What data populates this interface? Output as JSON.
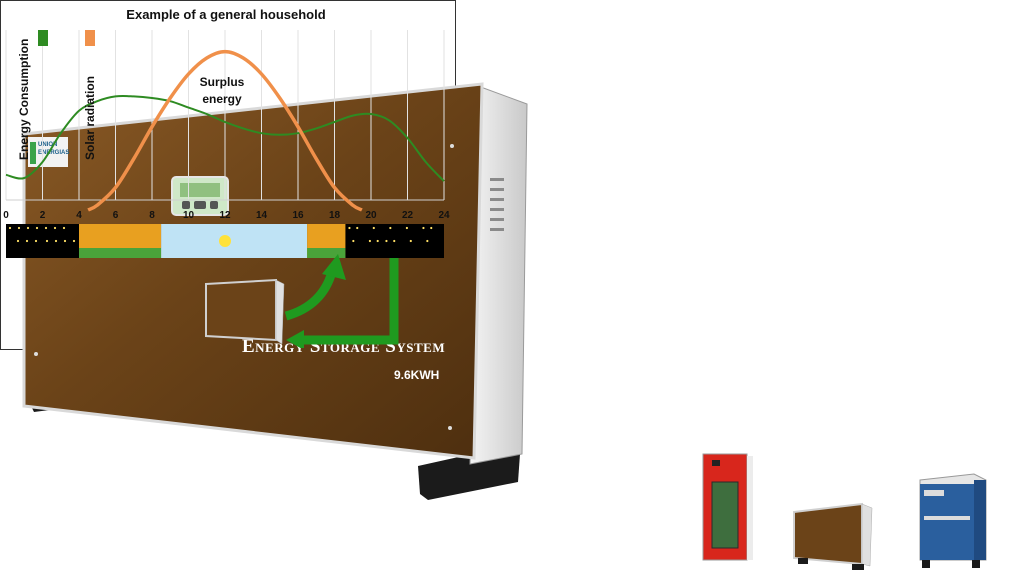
{
  "product": {
    "logo_line1": "UNION",
    "logo_line2": "ENERGIAS",
    "title": "Energy Storage System",
    "capacity": "9.6KWH",
    "colors": {
      "body": "#6b4318",
      "frame": "#e8e8e8",
      "foot": "#1b1b1b"
    }
  },
  "chart_data": {
    "type": "line",
    "title": "Example of a general household",
    "xlabel": "",
    "ylabel": "",
    "x_ticks": [
      0,
      2,
      4,
      6,
      8,
      10,
      12,
      14,
      16,
      18,
      20,
      22,
      24
    ],
    "xlim": [
      0,
      24
    ],
    "ylim": [
      0,
      1
    ],
    "grid": true,
    "legend_position": "top-left",
    "annotation": "Surplus\nenergy",
    "annotation_line1": "Surplus",
    "annotation_line2": "energy",
    "series": [
      {
        "name": "Energy Consumption",
        "color": "#2e8b22",
        "x": [
          0,
          1,
          2,
          3,
          4,
          5,
          6,
          7,
          8,
          9,
          10,
          11,
          12,
          13,
          14,
          15,
          16,
          17,
          18,
          19,
          20,
          21,
          22,
          23,
          24
        ],
        "y": [
          0.22,
          0.2,
          0.3,
          0.48,
          0.62,
          0.68,
          0.71,
          0.71,
          0.7,
          0.68,
          0.64,
          0.6,
          0.55,
          0.51,
          0.48,
          0.47,
          0.48,
          0.51,
          0.55,
          0.59,
          0.6,
          0.56,
          0.45,
          0.3,
          0.18
        ]
      },
      {
        "name": "Solar radiation",
        "color": "#f0904a",
        "x": [
          4.5,
          5,
          6,
          7,
          8,
          9,
          10,
          11,
          12,
          13,
          14,
          15,
          16,
          17,
          18,
          19,
          19.5
        ],
        "y": [
          0.0,
          0.03,
          0.14,
          0.32,
          0.52,
          0.7,
          0.85,
          0.95,
          0.99,
          0.95,
          0.85,
          0.7,
          0.52,
          0.32,
          0.14,
          0.03,
          0.0
        ]
      }
    ],
    "time_band": [
      {
        "from": 0,
        "to": 4,
        "label": "night",
        "color": "#000000"
      },
      {
        "from": 4,
        "to": 8.5,
        "label": "sunrise",
        "color": "#e8a020"
      },
      {
        "from": 8.5,
        "to": 16.5,
        "label": "day",
        "color": "#bfe3f5"
      },
      {
        "from": 16.5,
        "to": 18.6,
        "label": "sunset",
        "color": "#e8a020"
      },
      {
        "from": 18.6,
        "to": 24,
        "label": "night",
        "color": "#000000"
      }
    ]
  },
  "product_row": [
    {
      "name": "red-cabinet",
      "color": "#d8261c"
    },
    {
      "name": "brown-unit",
      "color": "#6b4318"
    },
    {
      "name": "blue-cabinet",
      "color": "#2a5f9e"
    }
  ]
}
